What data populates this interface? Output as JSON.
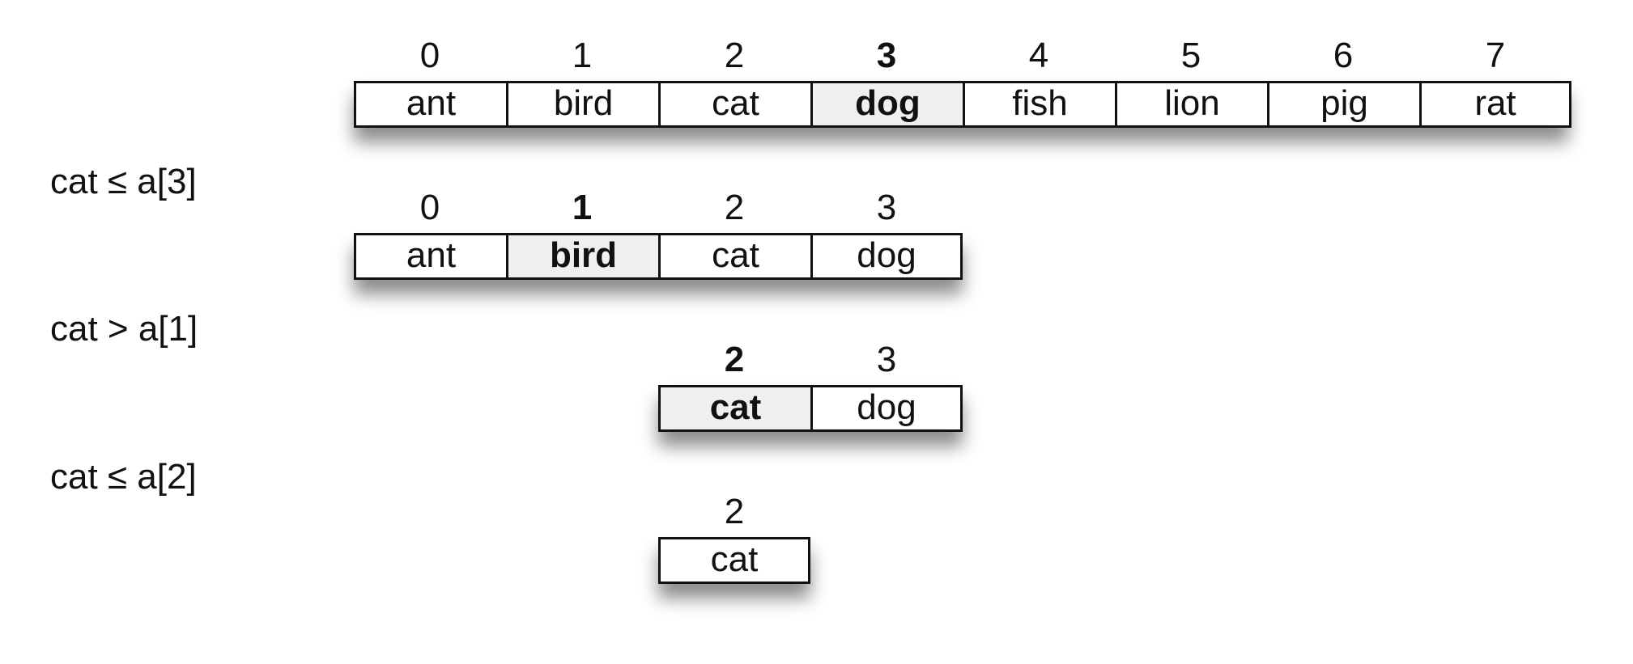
{
  "steps": [
    {
      "comparison": "",
      "cells": [
        {
          "index": "0",
          "word": "ant"
        },
        {
          "index": "1",
          "word": "bird"
        },
        {
          "index": "2",
          "word": "cat"
        },
        {
          "index": "3",
          "word": "dog",
          "highlight": true
        },
        {
          "index": "4",
          "word": "fish"
        },
        {
          "index": "5",
          "word": "lion"
        },
        {
          "index": "6",
          "word": "pig"
        },
        {
          "index": "7",
          "word": "rat"
        }
      ]
    },
    {
      "comparison": "cat ≤ a[3]",
      "cells": [
        {
          "index": "0",
          "word": "ant"
        },
        {
          "index": "1",
          "word": "bird",
          "highlight": true
        },
        {
          "index": "2",
          "word": "cat"
        },
        {
          "index": "3",
          "word": "dog"
        }
      ]
    },
    {
      "comparison": "cat > a[1]",
      "cells": [
        {
          "index": "2",
          "word": "cat",
          "highlight": true
        },
        {
          "index": "3",
          "word": "dog"
        }
      ]
    },
    {
      "comparison": "cat ≤ a[2]",
      "cells": [
        {
          "index": "2",
          "word": "cat"
        }
      ]
    }
  ]
}
